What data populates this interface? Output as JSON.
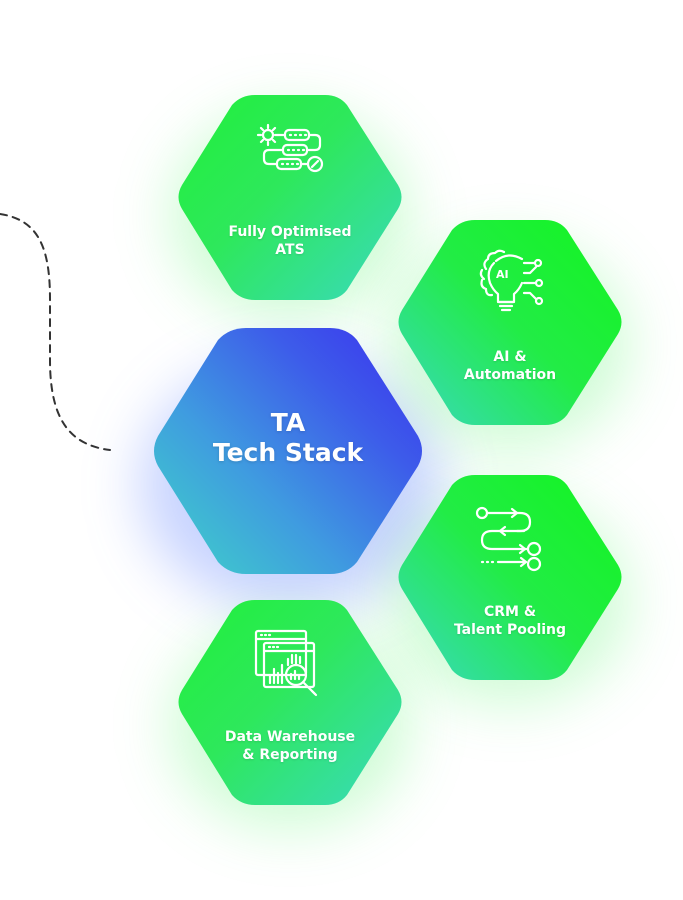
{
  "diagram": {
    "center": {
      "line1": "TA",
      "line2": "Tech Stack"
    },
    "nodes": [
      {
        "id": "ats",
        "icon": "workflow-gear-icon",
        "line1": "Fully Optimised",
        "line2": "ATS"
      },
      {
        "id": "ai",
        "icon": "ai-lightbulb-icon",
        "line1": "AI &",
        "line2": "Automation"
      },
      {
        "id": "crm",
        "icon": "pipeline-flow-icon",
        "line1": "CRM &",
        "line2": "Talent Pooling"
      },
      {
        "id": "data",
        "icon": "data-report-search-icon",
        "line1": "Data Warehouse",
        "line2": "& Reporting"
      }
    ],
    "colors": {
      "green_primary": "#1ff03a",
      "green_teal": "#3ad9c0",
      "center_blue": "#3a2fee",
      "center_teal": "#3fd7c6",
      "connector": "#333333",
      "text": "#ffffff"
    }
  }
}
